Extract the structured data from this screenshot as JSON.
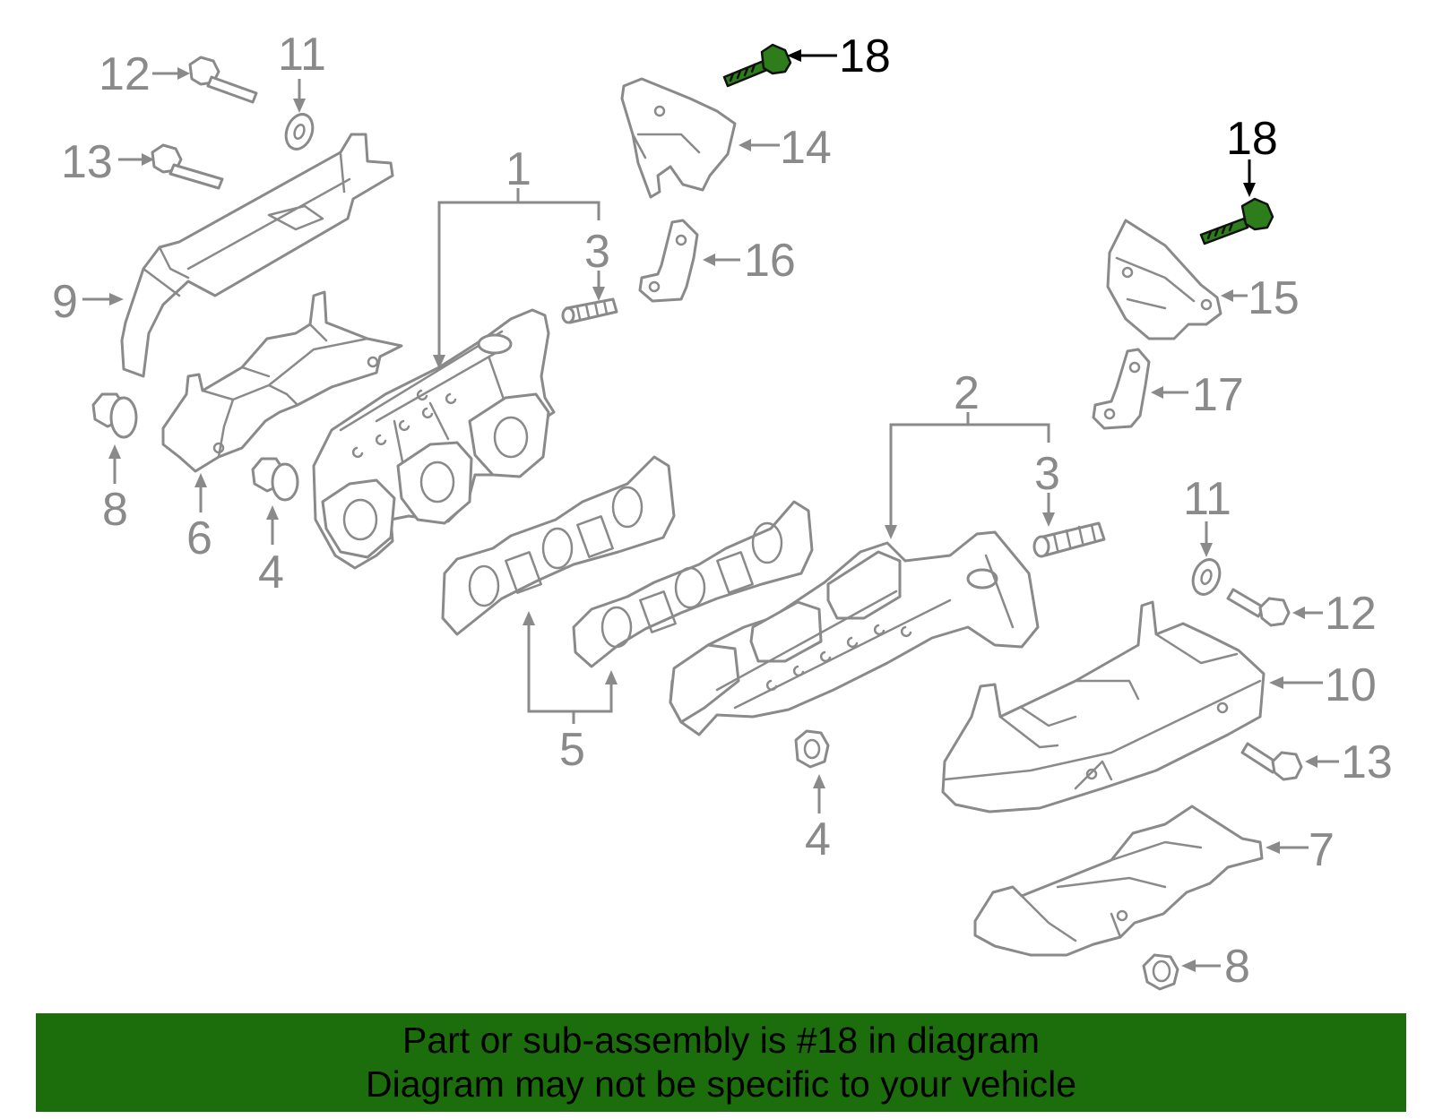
{
  "callouts": [
    {
      "id": "c18a",
      "text": "18",
      "highlight": true
    },
    {
      "id": "c18b",
      "text": "18",
      "highlight": true
    },
    {
      "id": "c12a",
      "text": "12"
    },
    {
      "id": "c11a",
      "text": "11"
    },
    {
      "id": "c13a",
      "text": "13"
    },
    {
      "id": "c14",
      "text": "14"
    },
    {
      "id": "c1",
      "text": "1"
    },
    {
      "id": "c3a",
      "text": "3"
    },
    {
      "id": "c16",
      "text": "16"
    },
    {
      "id": "c15",
      "text": "15"
    },
    {
      "id": "c9",
      "text": "9"
    },
    {
      "id": "c17",
      "text": "17"
    },
    {
      "id": "c2",
      "text": "2"
    },
    {
      "id": "c3b",
      "text": "3"
    },
    {
      "id": "c8a",
      "text": "8"
    },
    {
      "id": "c6",
      "text": "6"
    },
    {
      "id": "c4a",
      "text": "4"
    },
    {
      "id": "c11b",
      "text": "11"
    },
    {
      "id": "c12b",
      "text": "12"
    },
    {
      "id": "c10",
      "text": "10"
    },
    {
      "id": "c5",
      "text": "5"
    },
    {
      "id": "c13b",
      "text": "13"
    },
    {
      "id": "c4b",
      "text": "4"
    },
    {
      "id": "c7",
      "text": "7"
    },
    {
      "id": "c8b",
      "text": "8"
    }
  ],
  "banner": {
    "line1": "Part or sub-assembly is #18 in diagram",
    "line2": "Diagram may not be specific to your vehicle"
  },
  "colors": {
    "banner_bg": "#1c6e0c",
    "highlight_part": "#2e7d1b",
    "line_gray": "#8a8a8a"
  }
}
